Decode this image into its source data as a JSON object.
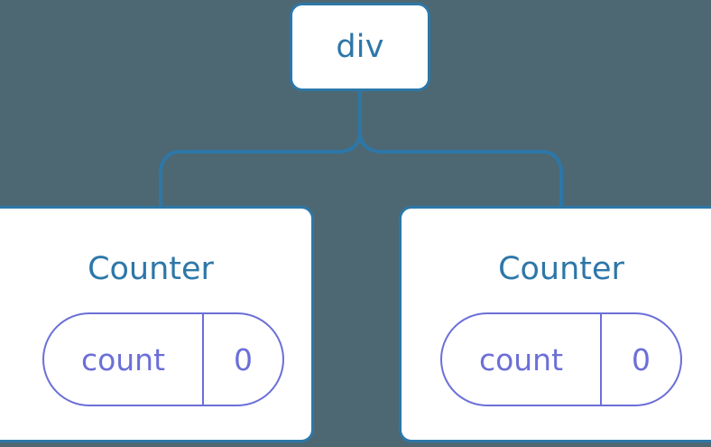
{
  "diagram": {
    "type": "component-tree",
    "background_color": "#4d6872",
    "node_border_color": "#2d77a8",
    "node_fill_color": "#ffffff",
    "node_text_color": "#2d77a8",
    "connector_color": "#2d77a8",
    "state_accent_color": "#6b6fd8",
    "root": {
      "label": "div"
    },
    "children": [
      {
        "title": "Counter",
        "state": {
          "key": "count",
          "value": "0"
        }
      },
      {
        "title": "Counter",
        "state": {
          "key": "count",
          "value": "0"
        }
      }
    ]
  }
}
